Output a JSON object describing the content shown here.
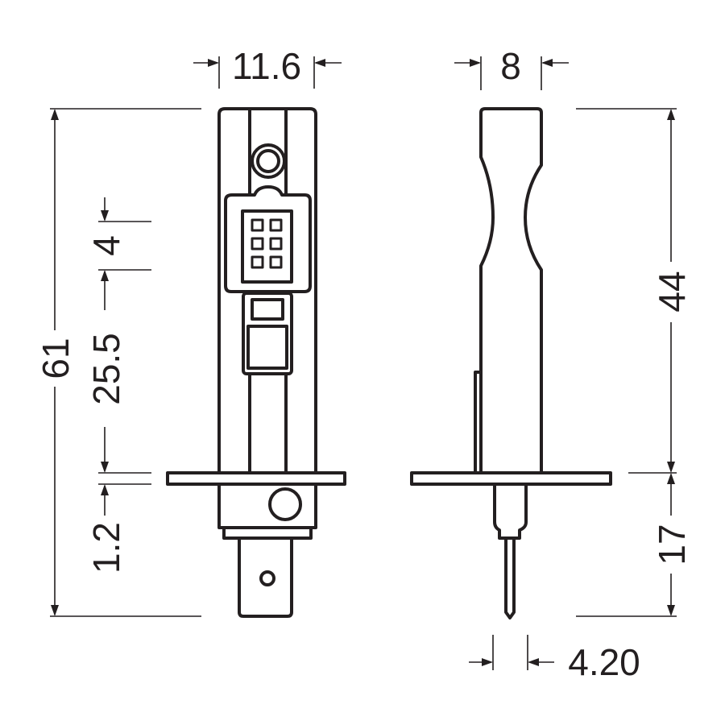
{
  "diagram": {
    "front_view": {
      "width_label": "11.6",
      "total_height_label": "61",
      "led_height_label": "4",
      "led_to_flange_label": "25.5",
      "flange_thickness_label": "1.2"
    },
    "side_view": {
      "width_label": "8",
      "upper_height_label": "44",
      "lower_height_label": "17",
      "pin_width_label": "4.20"
    },
    "line_color": "#231f20"
  }
}
